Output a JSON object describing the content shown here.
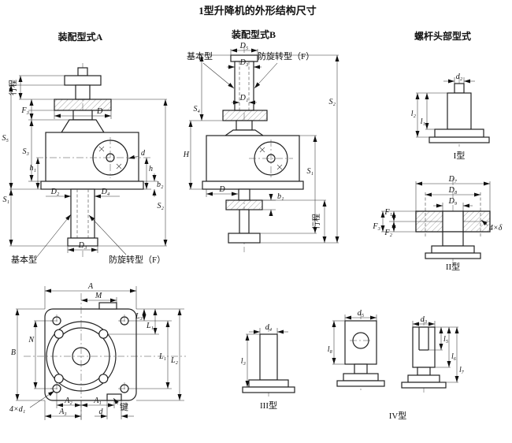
{
  "page_title": "1型升降机的外形结构尺寸",
  "assembly_a": {
    "heading": "装配型式A",
    "dims": {
      "stroke": "行程",
      "F3": "F₃",
      "S5": "S₅",
      "S3": "S₃",
      "h1": "h₁",
      "S1": "S₁",
      "D2": "D₂",
      "D4": "D₄",
      "D3": "D₃",
      "D": "D",
      "d": "d",
      "h": "h",
      "b2": "b₂",
      "S2": "S₂"
    },
    "callouts": {
      "basic": "基本型",
      "anti_rotation": "防旋转型（F）"
    }
  },
  "assembly_b": {
    "heading": "装配型式B",
    "dims": {
      "D5": "D₅",
      "D3": "D₃",
      "D1": "D₁",
      "S4": "S₄",
      "H": "H",
      "S1": "S₁",
      "S2": "S₂",
      "D": "D",
      "b1": "b₁",
      "stroke": "行程"
    },
    "callouts": {
      "basic": "基本型",
      "anti_rotation": "防旋转型（F）"
    }
  },
  "screw_heads": {
    "heading": "螺杆头部型式",
    "type1": {
      "caption": "I型",
      "dims": {
        "d2": "d₂",
        "l2": "l₂",
        "l1": "l₁"
      }
    },
    "type2": {
      "caption": "II型",
      "dims": {
        "D7": "D₇",
        "D8": "D₈",
        "D9": "D₉",
        "F1": "F₁",
        "F2": "F₂",
        "F3": "F₃",
        "delta": "4×δ"
      }
    },
    "type3": {
      "caption": "III型",
      "dims": {
        "d4": "d₄",
        "l3": "l₃"
      }
    },
    "type4": {
      "caption": "IV型",
      "dims": {
        "d5": "d₅",
        "l8": "l₈",
        "d3": "d₃",
        "l5": "l₅",
        "l6": "l₆",
        "l7": "l₇"
      }
    }
  },
  "top_view": {
    "dims": {
      "A": "A",
      "M": "M",
      "L3": "L₃",
      "L1_top": "L₁",
      "L1_side": "L₁",
      "L2": "L₂",
      "B": "B",
      "N": "N",
      "holes": "4×d₁",
      "A2": "A₂",
      "A1": "A₁",
      "A3": "A₃",
      "d": "d"
    },
    "callouts": {
      "key": "键"
    }
  }
}
